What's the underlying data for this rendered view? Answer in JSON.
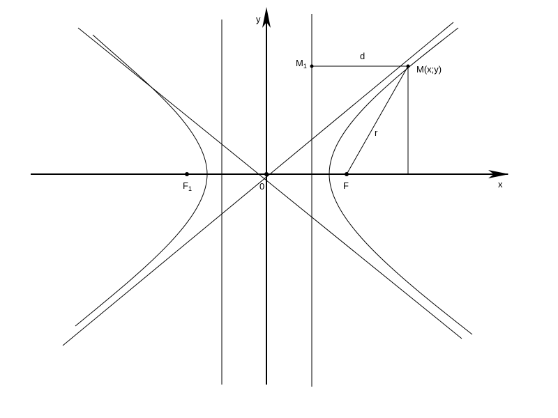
{
  "diagram": {
    "axes": {
      "x_label": "x",
      "y_label": "y",
      "origin_label": "0"
    },
    "points": {
      "focus_left": {
        "main": "F",
        "sub": "1"
      },
      "focus_right": {
        "main": "F"
      },
      "point_m": {
        "main": "M(x;y)"
      },
      "point_m1": {
        "main": "M",
        "sub": "1"
      }
    },
    "segments": {
      "distance_d": "d",
      "radius_r": "r"
    },
    "colors": {
      "ink": "#000000",
      "background": "#ffffff"
    }
  }
}
